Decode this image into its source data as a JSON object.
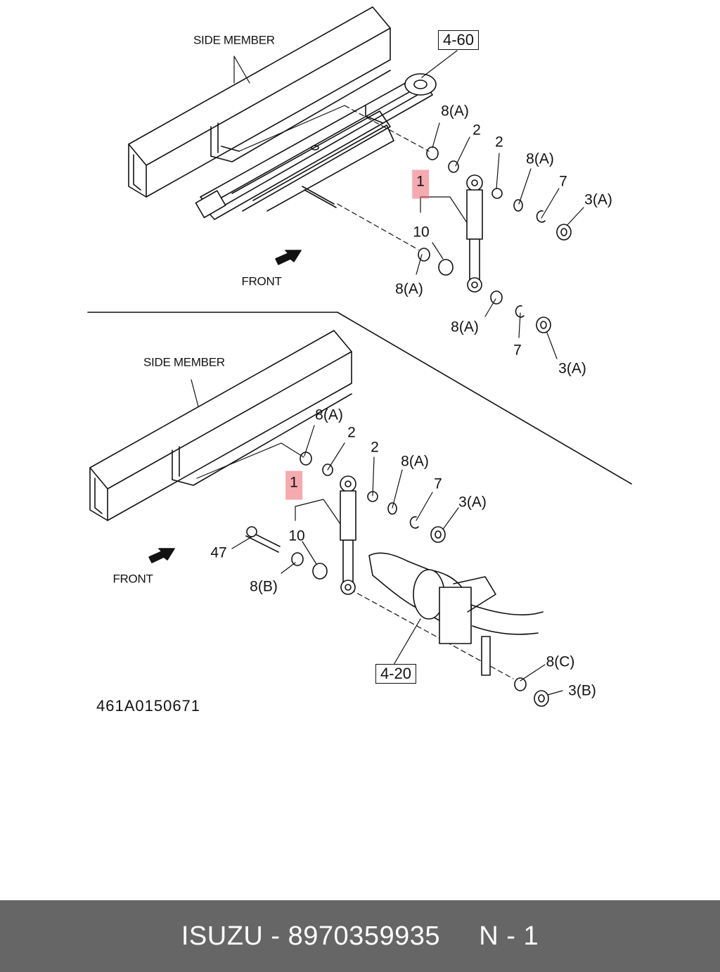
{
  "top_view": {
    "side_member": "SIDE MEMBER",
    "ref_box": "4-60",
    "front": "FRONT",
    "parts": {
      "p1": "1",
      "p2a": "2",
      "p2b": "2",
      "p8a_1": "8(A)",
      "p8a_2": "8(A)",
      "p8a_3": "8(A)",
      "p8a_4": "8(A)",
      "p7a": "7",
      "p7b": "7",
      "p3a_1": "3(A)",
      "p3a_2": "3(A)",
      "p10": "10"
    }
  },
  "bottom_view": {
    "side_member": "SIDE MEMBER",
    "ref_box": "4-20",
    "front": "FRONT",
    "parts": {
      "p1": "1",
      "p2a": "2",
      "p2b": "2",
      "p8a_1": "8(A)",
      "p8a_2": "8(A)",
      "p7": "7",
      "p3a": "3(A)",
      "p10": "10",
      "p47": "47",
      "p8b": "8(B)",
      "p8c": "8(C)",
      "p3b": "3(B)"
    }
  },
  "drawing_code": "461A0150671",
  "footer": "ISUZU - 8970359935     N - 1",
  "colors": {
    "highlight": "#ec646e",
    "footer_bg": "#666666",
    "footer_text": "#ffffff"
  }
}
